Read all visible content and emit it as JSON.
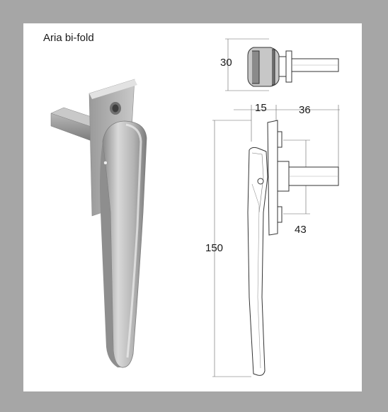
{
  "product": {
    "title": "Aria bi-fold"
  },
  "dimensions": {
    "height_top_view": "30",
    "offset_depth": "15",
    "spindle_length": "36",
    "fixing_centres": "43",
    "overall_length": "150"
  },
  "colors": {
    "frame": "#a6a6a6",
    "card": "#ffffff",
    "metal_light": "#d8d8d8",
    "metal_mid": "#a9a9a9",
    "metal_dark": "#7e7e7e",
    "line": "#333333"
  }
}
